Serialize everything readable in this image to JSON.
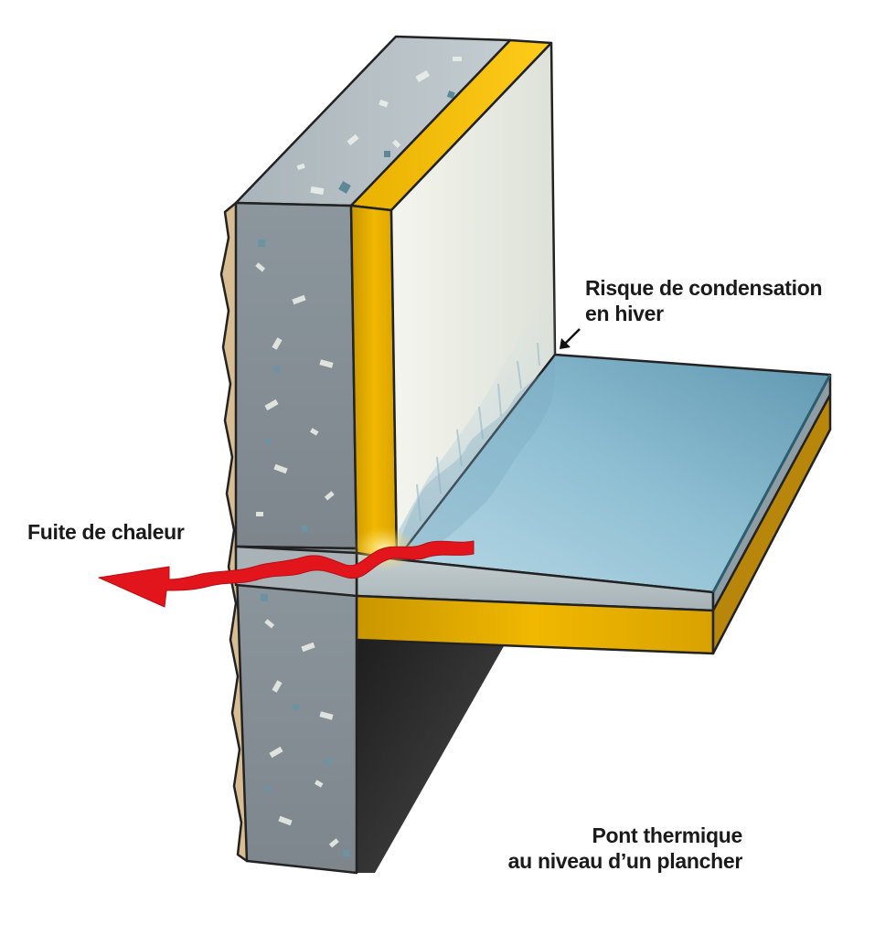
{
  "labels": {
    "condensation": [
      "Risque de condensation",
      "en hiver"
    ],
    "heat_leak": "Fuite de chaleur",
    "title": [
      "Pont thermique",
      "au niveau d’un plancher"
    ]
  },
  "colors": {
    "concrete": "#8a949b",
    "insulation": "#e8b000",
    "plaster": "#e9ece4",
    "floor_top": "#7fb2c8",
    "heat_arrow": "#e2141c",
    "render": "#d2b48c"
  }
}
